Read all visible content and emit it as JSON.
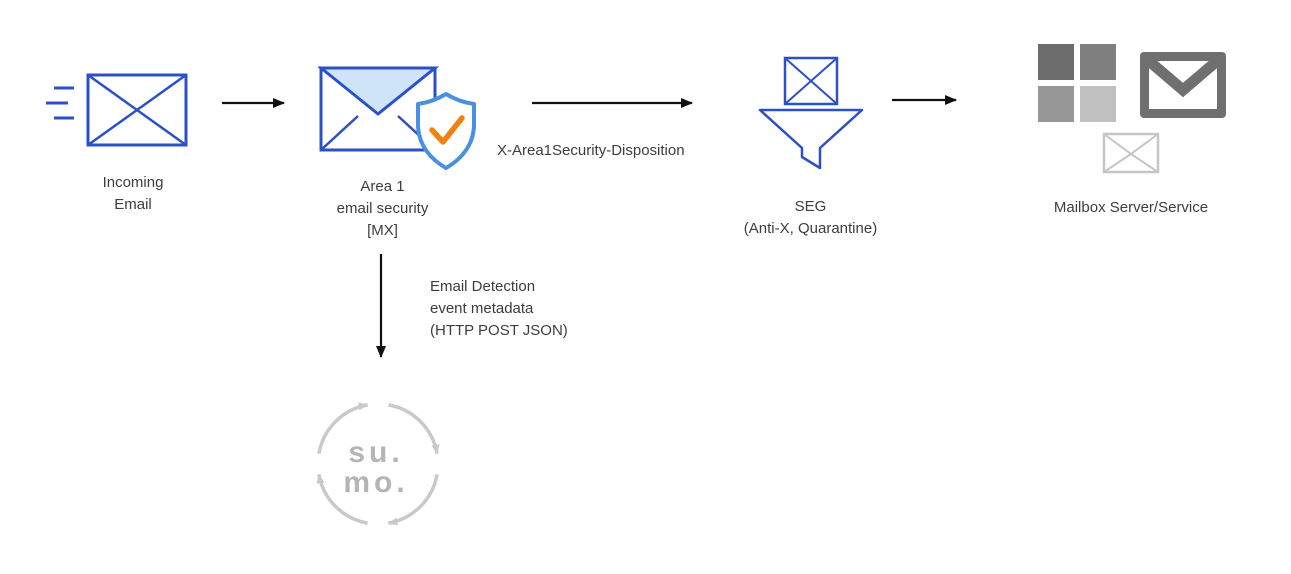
{
  "nodes": {
    "incoming_email": {
      "label": "Incoming\nEmail"
    },
    "area1": {
      "label": "Area 1\nemail security\n[MX]"
    },
    "seg": {
      "label": "SEG\n(Anti-X, Quarantine)"
    },
    "mailbox": {
      "label": "Mailbox Server/Service"
    },
    "sumo_logic": {
      "logo_text_top": "su.",
      "logo_text_bottom": "mo."
    }
  },
  "edges": {
    "area1_to_seg_label": "X-Area1Security-Disposition",
    "area1_to_sumo_label": "Email Detection\nevent metadata\n(HTTP POST JSON)"
  },
  "icons": {
    "incoming-email-icon": "envelope-outline-with-speed-lines",
    "area1-security-icon": "envelope-with-shield-check",
    "seg-icon": "envelope-over-funnel",
    "microsoft-logo-icon": "four-gray-squares",
    "mail-service-icon": "gmail-style-envelope",
    "small-envelope-icon": "light-gray-envelope-outline",
    "sumo-logic-logo": "circular-arrows-with-su-mo-text",
    "arrow-right-icon": "black-right-arrow",
    "arrow-down-icon": "black-down-arrow"
  },
  "colors": {
    "envelope_blue": "#2b50c8",
    "envelope_fill_light": "#cfe4f7",
    "shield_blue": "#4a90e2",
    "check_orange": "#f0820f",
    "arrow_black": "#111111",
    "ms_square_tl": "#6d6d6d",
    "ms_square_tr": "#7f7f7f",
    "ms_square_bl": "#989898",
    "ms_square_br": "#c0c0c0",
    "gmail_gray": "#6f6f6f",
    "envelope_gray_light": "#c6c6c6",
    "sumo_gray": "#c9c9c9",
    "label_text": "#3d3d3d"
  }
}
